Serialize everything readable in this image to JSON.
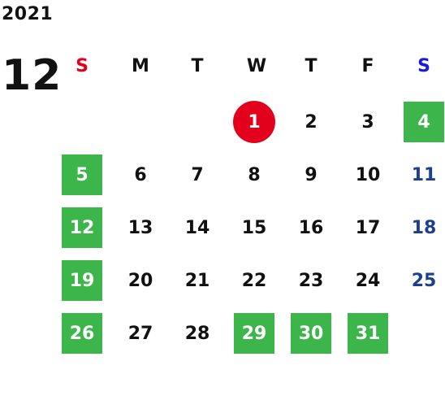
{
  "calendar": {
    "year": "2021",
    "month": "12",
    "weekdays": [
      "S",
      "M",
      "T",
      "W",
      "T",
      "F",
      "S"
    ],
    "weeks": [
      [
        null,
        null,
        null,
        {
          "day": "1",
          "state": "today"
        },
        {
          "day": "2",
          "state": "normal"
        },
        {
          "day": "3",
          "state": "normal"
        },
        {
          "day": "4",
          "state": "holiday"
        }
      ],
      [
        {
          "day": "5",
          "state": "holiday"
        },
        {
          "day": "6",
          "state": "normal"
        },
        {
          "day": "7",
          "state": "normal"
        },
        {
          "day": "8",
          "state": "normal"
        },
        {
          "day": "9",
          "state": "normal"
        },
        {
          "day": "10",
          "state": "normal"
        },
        {
          "day": "11",
          "state": "normal"
        }
      ],
      [
        {
          "day": "12",
          "state": "holiday"
        },
        {
          "day": "13",
          "state": "normal"
        },
        {
          "day": "14",
          "state": "normal"
        },
        {
          "day": "15",
          "state": "normal"
        },
        {
          "day": "16",
          "state": "normal"
        },
        {
          "day": "17",
          "state": "normal"
        },
        {
          "day": "18",
          "state": "normal"
        }
      ],
      [
        {
          "day": "19",
          "state": "holiday"
        },
        {
          "day": "20",
          "state": "normal"
        },
        {
          "day": "21",
          "state": "normal"
        },
        {
          "day": "22",
          "state": "normal"
        },
        {
          "day": "23",
          "state": "normal"
        },
        {
          "day": "24",
          "state": "normal"
        },
        {
          "day": "25",
          "state": "normal"
        }
      ],
      [
        {
          "day": "26",
          "state": "holiday"
        },
        {
          "day": "27",
          "state": "normal"
        },
        {
          "day": "28",
          "state": "normal"
        },
        {
          "day": "29",
          "state": "holiday"
        },
        {
          "day": "30",
          "state": "holiday"
        },
        {
          "day": "31",
          "state": "holiday"
        },
        null
      ]
    ]
  },
  "colors": {
    "sunday_header": "#e2001d",
    "saturday_header": "#1a1adb",
    "saturday_text": "#1d3f8f",
    "holiday_bg": "#3cb54a",
    "today_bg": "#e2001d",
    "text": "#111111"
  }
}
